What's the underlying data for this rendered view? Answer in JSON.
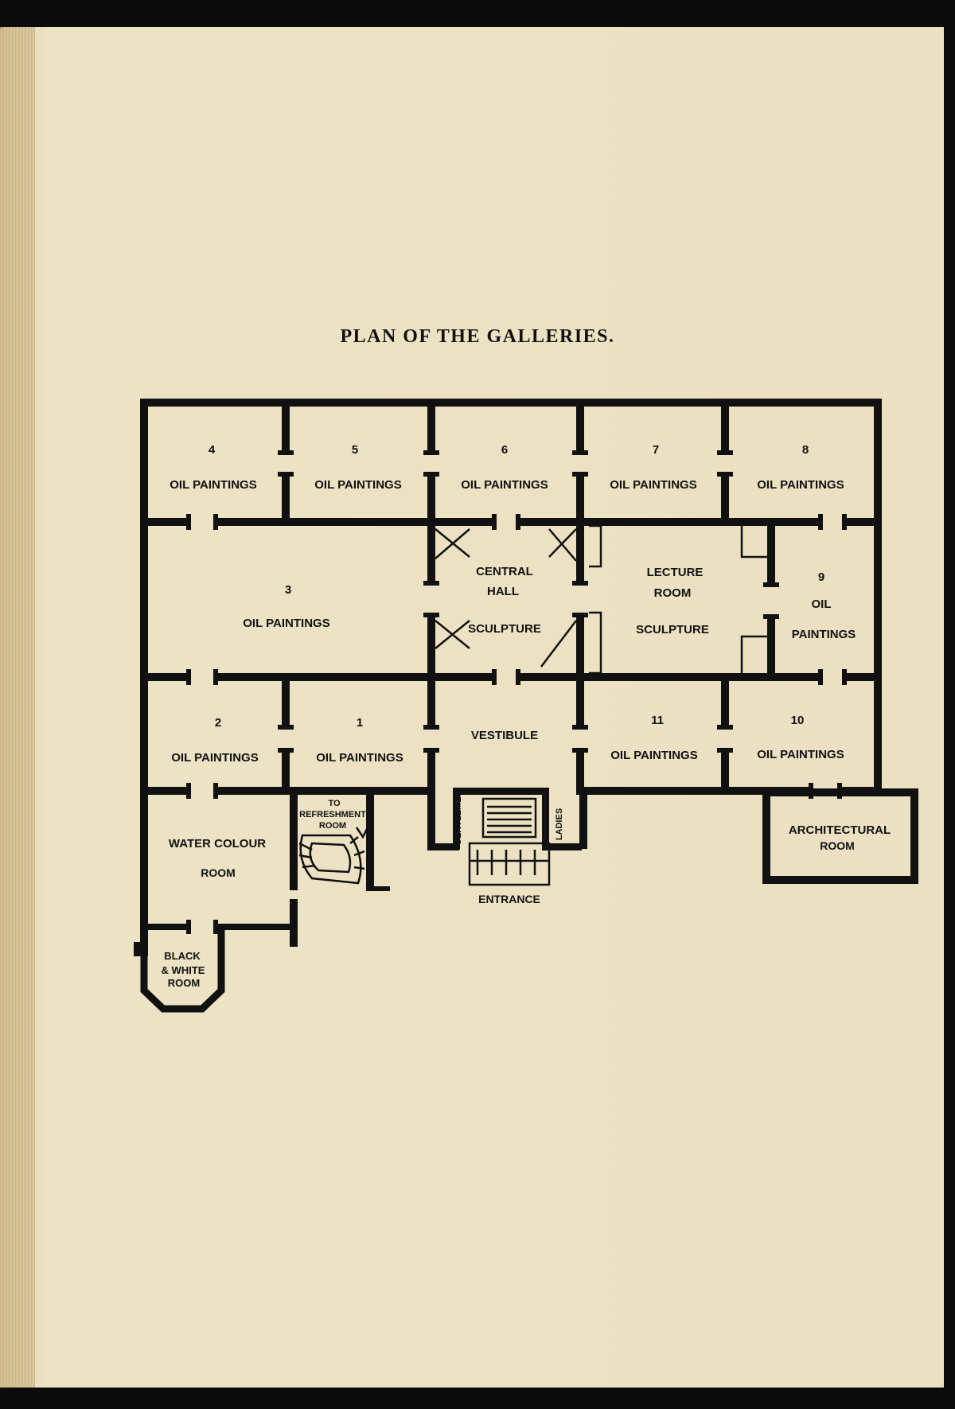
{
  "title": "PLAN OF THE GALLERIES.",
  "rooms": {
    "r4": {
      "number": "4",
      "name": "OIL PAINTINGS"
    },
    "r5": {
      "number": "5",
      "name": "OIL PAINTINGS"
    },
    "r6": {
      "number": "6",
      "name": "OIL PAINTINGS"
    },
    "r7": {
      "number": "7",
      "name": "OIL PAINTINGS"
    },
    "r8": {
      "number": "8",
      "name": "OIL PAINTINGS"
    },
    "r3": {
      "number": "3",
      "name": "OIL PAINTINGS"
    },
    "central_hall": {
      "line1": "CENTRAL",
      "line2": "HALL",
      "sub": "SCULPTURE"
    },
    "lecture_room": {
      "line1": "LECTURE",
      "line2": "ROOM",
      "sub": "SCULPTURE"
    },
    "r9": {
      "number": "9",
      "line1": "OIL",
      "line2": "PAINTINGS"
    },
    "r2": {
      "number": "2",
      "name": "OIL PAINTINGS"
    },
    "r1": {
      "number": "1",
      "name": "OIL PAINTINGS"
    },
    "vestibule": "VESTIBULE",
    "r11": {
      "number": "11",
      "name": "OIL PAINTINGS"
    },
    "r10": {
      "number": "10",
      "name": "OIL PAINTINGS"
    },
    "water_colour": {
      "line1": "WATER COLOUR",
      "line2": "ROOM"
    },
    "refreshment": {
      "line1": "TO",
      "line2": "REFRESHMENT",
      "line3": "ROOM"
    },
    "gentlemen": "GENTLEMEN",
    "ladies": "LADIES",
    "entrance": "ENTRANCE",
    "architectural": {
      "line1": "ARCHITECTURAL",
      "line2": "ROOM"
    },
    "black_white": {
      "line1": "BLACK",
      "line2": "& WHITE",
      "line3": "ROOM"
    }
  }
}
